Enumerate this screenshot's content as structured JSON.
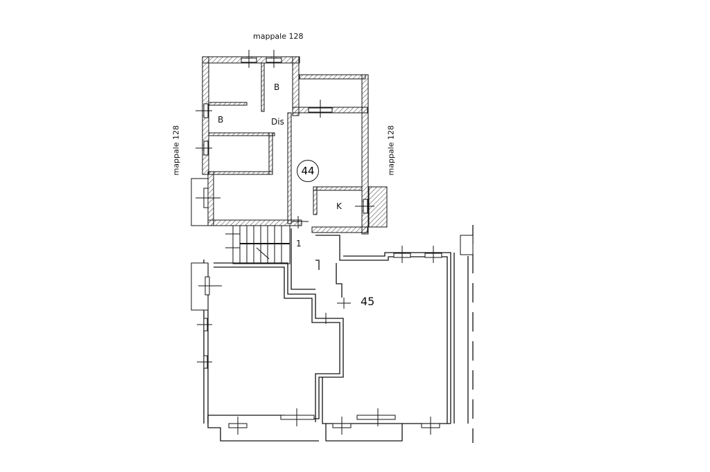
{
  "labels": {
    "mappale_top": "mappale 128",
    "mappale_left": "mappale 128",
    "mappale_right": "mappale 128",
    "room_b_upper": "B",
    "room_b_lower": "B",
    "room_dis": "Dis",
    "room_k": "K",
    "unit_44": "44",
    "stair_1": "1",
    "unit_45": "45"
  },
  "colors": {
    "wall": "#111111",
    "hatch": "#555555",
    "background": "#ffffff"
  }
}
